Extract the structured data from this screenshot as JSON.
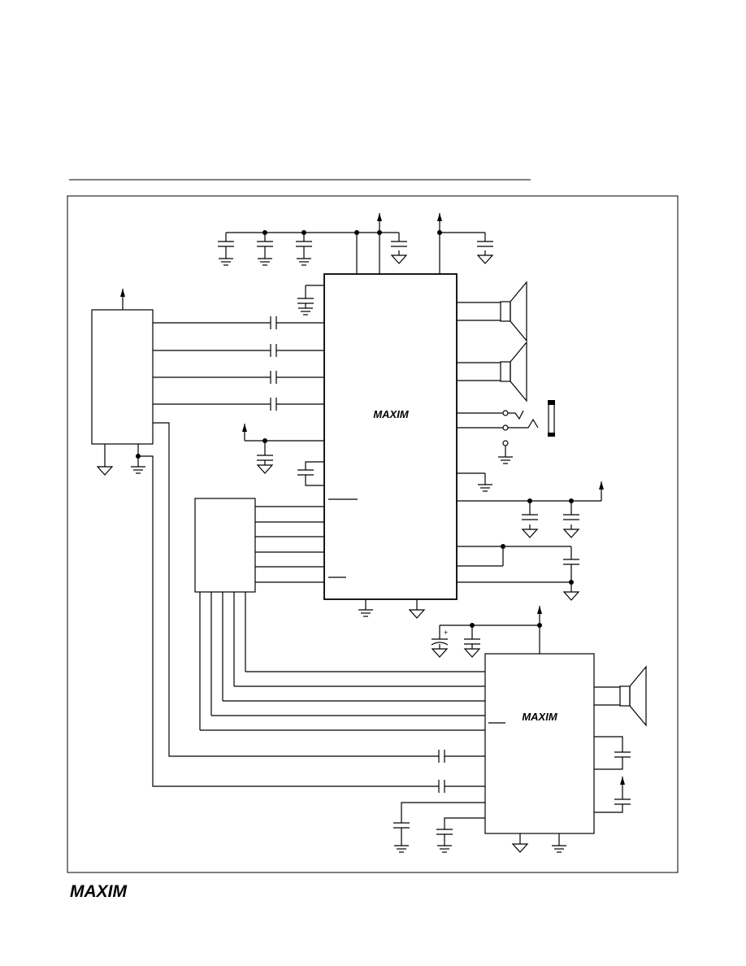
{
  "logos": {
    "chip_main": "MAXIM",
    "chip_secondary": "MAXIM",
    "footer": "MAXIM"
  },
  "colors": {
    "line": "#000000",
    "background": "#ffffff"
  }
}
